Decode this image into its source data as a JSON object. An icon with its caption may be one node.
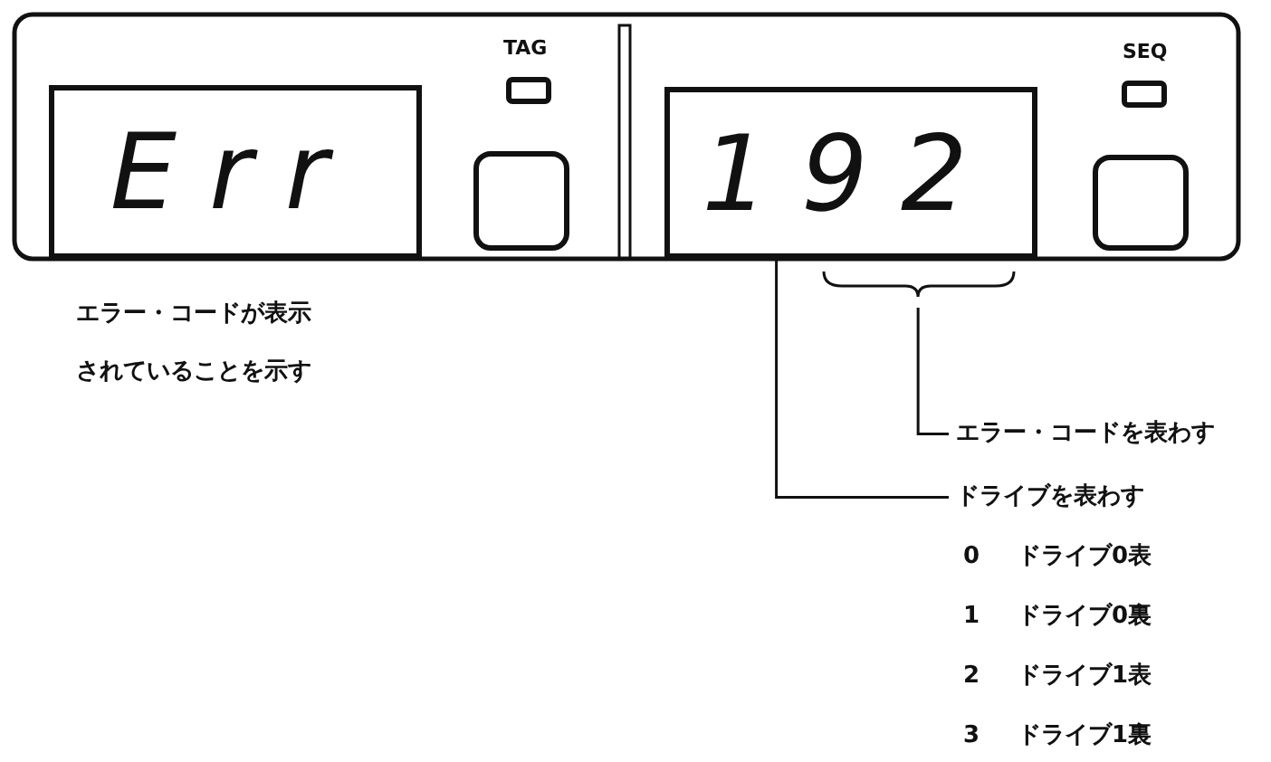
{
  "diagram": {
    "nodes": [
      {
        "text": [
          "Err"
        ]
      },
      {
        "text": [
          "192"
        ]
      },
      {
        "text": [
          "エラー・コードを表わす"
        ]
      },
      {
        "text": [
          "ドライブを表わす"
        ]
      }
    ],
    "edges": [
      {
        "from": 2,
        "to": 1,
        "arrow": "none"
      },
      {
        "from": 3,
        "to": 1,
        "arrow": "none"
      }
    ],
    "labels": [
      "TAG",
      "SEQ",
      "エラー・コードが表示されていることを示す",
      "0",
      "ドライブ0表",
      "1",
      "ドライブ0裏",
      "2",
      "ドライブ1表",
      "3",
      "ドライブ1裏"
    ]
  }
}
